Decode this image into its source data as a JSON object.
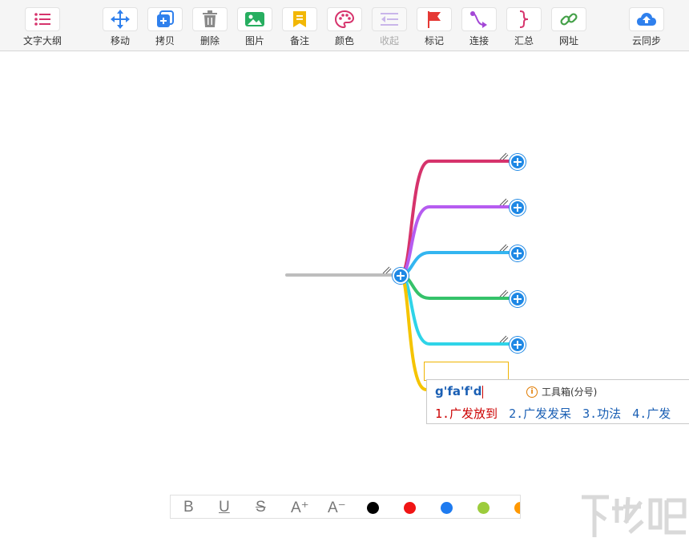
{
  "toolbar": {
    "items": [
      {
        "label": "文字大纲",
        "icon": "outline-list-icon",
        "color": "#d6336c"
      },
      {
        "label": "移动",
        "icon": "move-arrows-icon",
        "color": "#2f80ed"
      },
      {
        "label": "拷贝",
        "icon": "copy-plus-icon",
        "color": "#2f80ed"
      },
      {
        "label": "删除",
        "icon": "trash-icon",
        "color": "#8a8a8a"
      },
      {
        "label": "图片",
        "icon": "image-icon",
        "color": "#27ae60"
      },
      {
        "label": "备注",
        "icon": "note-icon",
        "color": "#f2b705"
      },
      {
        "label": "颜色",
        "icon": "palette-icon",
        "color": "#d6336c"
      },
      {
        "label": "收起",
        "icon": "collapse-icon",
        "color": "#b39ddb"
      },
      {
        "label": "标记",
        "icon": "flag-icon",
        "color": "#e53935"
      },
      {
        "label": "连接",
        "icon": "connect-icon",
        "color": "#a347d6"
      },
      {
        "label": "汇总",
        "icon": "summary-brace-icon",
        "color": "#d6336c"
      },
      {
        "label": "网址",
        "icon": "link-icon",
        "color": "#43a047"
      },
      {
        "label": "云同步",
        "icon": "cloud-upload-icon",
        "color": "#2f80ed"
      }
    ]
  },
  "mindmap": {
    "root_line_color": "#bdbdbd",
    "branch_colors": [
      "#d6336c",
      "#b65cf0",
      "#33b5f0",
      "#35c26a",
      "#2fd4e8",
      "#f5c400"
    ],
    "plus_color": "#1e88e5"
  },
  "ime": {
    "composition": "g'fa'f'd",
    "hint": "工具箱(分号)",
    "candidates": [
      "1.广发放到",
      "2.广发发呆",
      "3.功法",
      "4.广发"
    ]
  },
  "format_bar": {
    "bold": "B",
    "underline": "U",
    "strike": "S",
    "font_up": "A⁺",
    "font_down": "A⁻",
    "colors": [
      "#000000",
      "#f01414",
      "#1e7bf0",
      "#9ccc3c",
      "#ff9800"
    ]
  },
  "watermark": "下载吧"
}
